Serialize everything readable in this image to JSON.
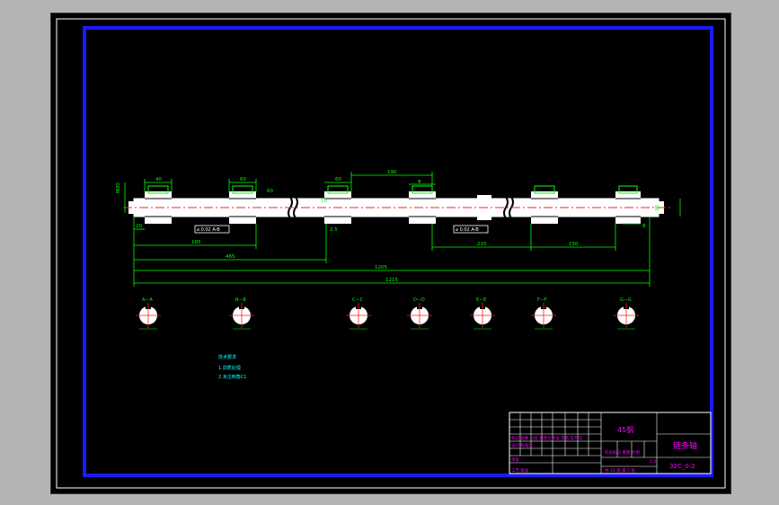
{
  "drawing": {
    "title_block": {
      "material": "45钢",
      "part_name": "链条轴",
      "drawing_no": "32C_0-2",
      "scale": "1:5",
      "revision_header": "标记 处数 分区 更改文件号 签名 年月日",
      "designer_row": "设计 标准化",
      "review_row": "审核",
      "process_row": "工艺 批准",
      "stage_row": "阶段标记 重量 比例",
      "sheet_row": "共 10 张 第 7 张"
    },
    "tech_notes": {
      "heading": "技术要求",
      "items": [
        "1.调质处理",
        "2.未注倒角C1"
      ]
    },
    "dimensions": {
      "d_40": "40",
      "d_60a": "60",
      "d_60b": "60",
      "d_60c": "60",
      "d_190": "190",
      "d_165": "165",
      "d_465": "465",
      "d_210": "210",
      "d_150": "150",
      "d_1205": "1205",
      "d_1215": "1215",
      "d_2_5": "2.5",
      "d_20": "20",
      "d_10": "10",
      "d_35": "35",
      "d_8": "8",
      "d_m30": "M30",
      "d_phi": "φ"
    },
    "tolerances": {
      "tol_1": "⌀ 0.02 A-B",
      "tol_2": "⌀ 0.02 A-B"
    },
    "sections": [
      {
        "label": "A—A"
      },
      {
        "label": "B—B"
      },
      {
        "label": "C—C"
      },
      {
        "label": "D—D"
      },
      {
        "label": "E—E"
      },
      {
        "label": "F—F"
      },
      {
        "label": "G—G"
      }
    ],
    "colors": {
      "frame": "#1a1aff",
      "line": "#ffffff",
      "dim": "#00ff00",
      "center": "#ff2020",
      "note": "#00ffff",
      "title_text": "#ff00ff"
    }
  }
}
